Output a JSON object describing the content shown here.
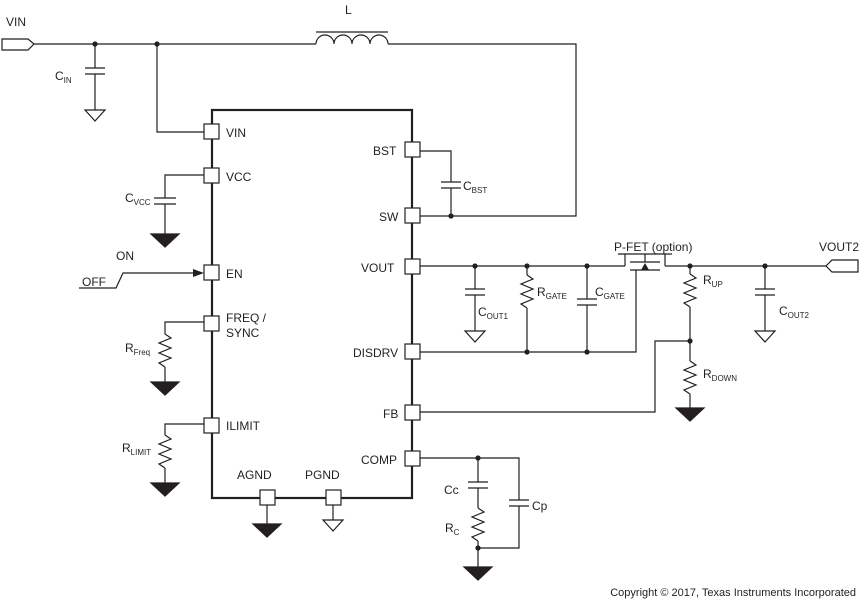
{
  "nets": {
    "vin": "VIN",
    "vout2": "VOUT2",
    "on": "ON",
    "off": "OFF"
  },
  "pins": {
    "vin": "VIN",
    "vcc": "VCC",
    "en": "EN",
    "freq_1": "FREQ /",
    "freq_2": "SYNC",
    "ilimit": "ILIMIT",
    "agnd": "AGND",
    "pgnd": "PGND",
    "bst": "BST",
    "sw": "SW",
    "vout": "VOUT",
    "disdrv": "DISDRV",
    "fb": "FB",
    "comp": "COMP"
  },
  "components": {
    "inductor": "L",
    "cin": {
      "main": "C",
      "sub": "IN"
    },
    "cvcc": {
      "main": "C",
      "sub": "VCC"
    },
    "rfreq": {
      "main": "R",
      "sub": "Freq"
    },
    "rlimit": {
      "main": "R",
      "sub": "LIMIT"
    },
    "cbst": {
      "main": "C",
      "sub": "BST"
    },
    "cout1": {
      "main": "C",
      "sub": "OUT1"
    },
    "rgate": {
      "main": "R",
      "sub": "GATE"
    },
    "cgate": {
      "main": "C",
      "sub": "GATE"
    },
    "pfet": "P-FET (option)",
    "rup": {
      "main": "R",
      "sub": "UP"
    },
    "rdown": {
      "main": "R",
      "sub": "DOWN"
    },
    "cout2": {
      "main": "C",
      "sub": "OUT2"
    },
    "cc": "Cc",
    "rc": {
      "main": "R",
      "sub": "C"
    },
    "cp": "Cp"
  },
  "copyright": "Copyright © 2017, Texas Instruments Incorporated"
}
